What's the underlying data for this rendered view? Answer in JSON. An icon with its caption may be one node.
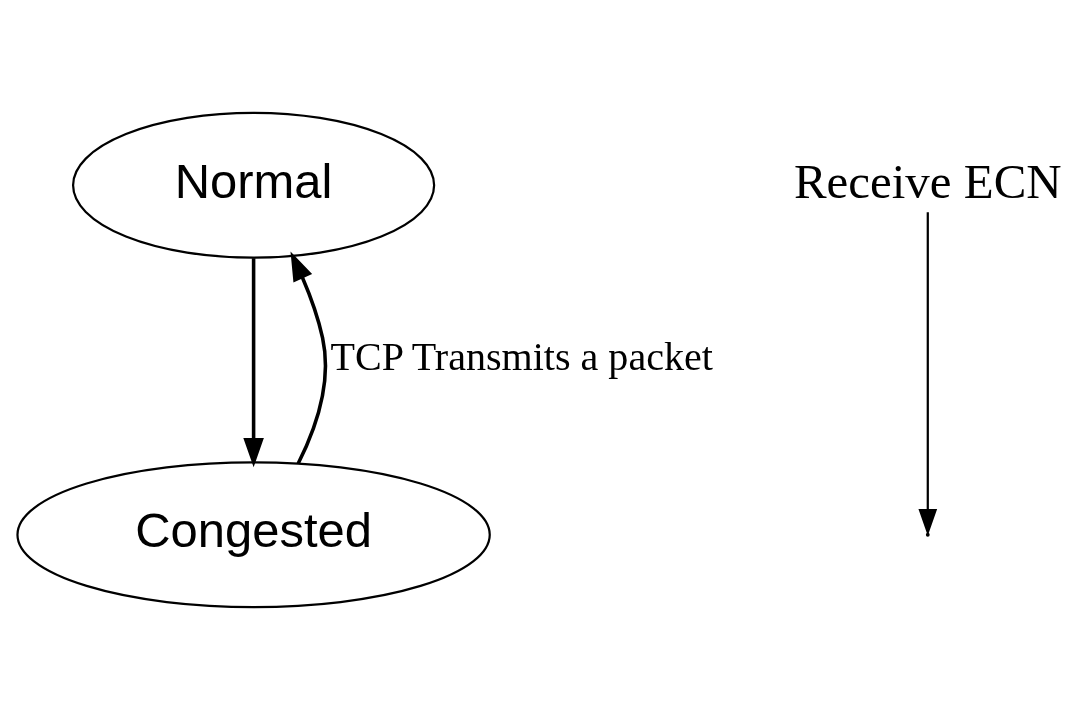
{
  "diagram": {
    "nodes": [
      {
        "text": [
          "Normal"
        ]
      },
      {
        "text": [
          "Congested"
        ]
      },
      {
        "text": [
          "Receive ECN"
        ]
      }
    ],
    "edges": [
      {
        "from": 1,
        "to": 0,
        "arrow": "to",
        "label": "TCP Transmits a packet"
      },
      {
        "from": 0,
        "to": 1,
        "arrow": "to"
      },
      {
        "from": 2,
        "to": null,
        "arrow": "to"
      }
    ]
  }
}
